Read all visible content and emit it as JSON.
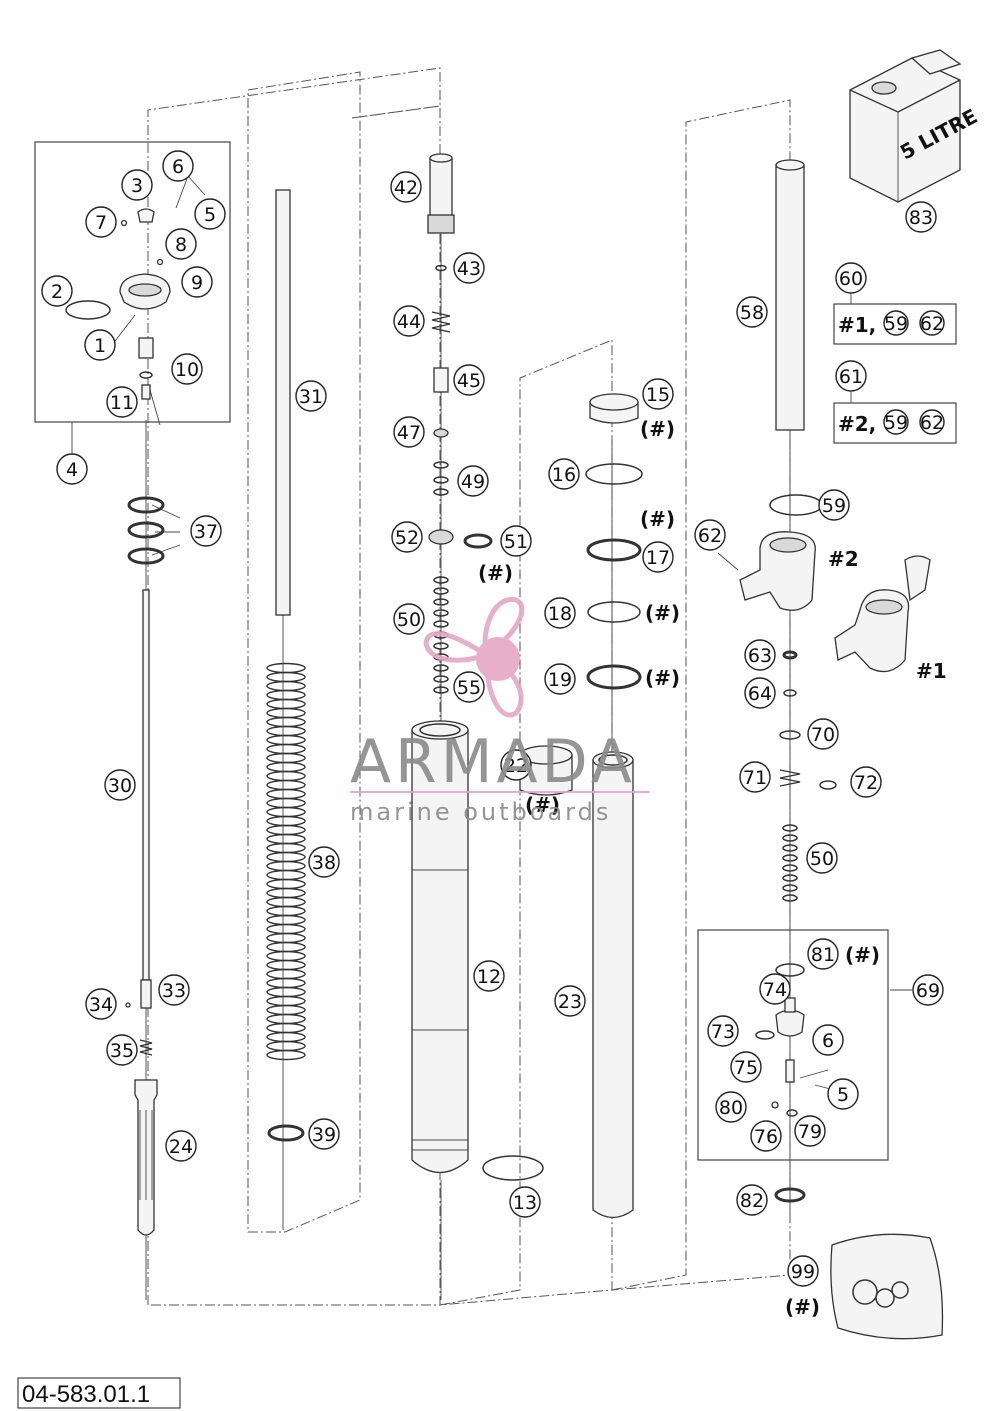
{
  "document_number": "04-583.01.1",
  "watermark": {
    "brand": "ARMADA",
    "tagline": "marine outboards",
    "accent_color": "#e6a7c6"
  },
  "oil_can_text": "5 LITRE",
  "callouts": [
    {
      "id": "c1",
      "label": "1"
    },
    {
      "id": "c2",
      "label": "2"
    },
    {
      "id": "c3",
      "label": "3"
    },
    {
      "id": "c4",
      "label": "4"
    },
    {
      "id": "c5a",
      "label": "5"
    },
    {
      "id": "c6a",
      "label": "6"
    },
    {
      "id": "c7",
      "label": "7"
    },
    {
      "id": "c8",
      "label": "8"
    },
    {
      "id": "c9",
      "label": "9"
    },
    {
      "id": "c10",
      "label": "10"
    },
    {
      "id": "c11",
      "label": "11"
    },
    {
      "id": "c12",
      "label": "12"
    },
    {
      "id": "c13",
      "label": "13"
    },
    {
      "id": "c15",
      "label": "15"
    },
    {
      "id": "c16",
      "label": "16"
    },
    {
      "id": "c17",
      "label": "17"
    },
    {
      "id": "c18",
      "label": "18"
    },
    {
      "id": "c19",
      "label": "19"
    },
    {
      "id": "c22",
      "label": "22"
    },
    {
      "id": "c23",
      "label": "23"
    },
    {
      "id": "c24",
      "label": "24"
    },
    {
      "id": "c30",
      "label": "30"
    },
    {
      "id": "c31",
      "label": "31"
    },
    {
      "id": "c33",
      "label": "33"
    },
    {
      "id": "c34",
      "label": "34"
    },
    {
      "id": "c35",
      "label": "35"
    },
    {
      "id": "c37",
      "label": "37"
    },
    {
      "id": "c38",
      "label": "38"
    },
    {
      "id": "c39",
      "label": "39"
    },
    {
      "id": "c42",
      "label": "42"
    },
    {
      "id": "c43",
      "label": "43"
    },
    {
      "id": "c44",
      "label": "44"
    },
    {
      "id": "c45",
      "label": "45"
    },
    {
      "id": "c47",
      "label": "47"
    },
    {
      "id": "c49",
      "label": "49"
    },
    {
      "id": "c50a",
      "label": "50"
    },
    {
      "id": "c51",
      "label": "51"
    },
    {
      "id": "c52",
      "label": "52"
    },
    {
      "id": "c55",
      "label": "55"
    },
    {
      "id": "c58",
      "label": "58"
    },
    {
      "id": "c59",
      "label": "59"
    },
    {
      "id": "c60",
      "label": "60"
    },
    {
      "id": "c61",
      "label": "61"
    },
    {
      "id": "c62",
      "label": "62"
    },
    {
      "id": "c63",
      "label": "63"
    },
    {
      "id": "c64",
      "label": "64"
    },
    {
      "id": "c69",
      "label": "69"
    },
    {
      "id": "c70",
      "label": "70"
    },
    {
      "id": "c71",
      "label": "71"
    },
    {
      "id": "c72",
      "label": "72"
    },
    {
      "id": "c50b",
      "label": "50"
    },
    {
      "id": "c73",
      "label": "73"
    },
    {
      "id": "c74",
      "label": "74"
    },
    {
      "id": "c75",
      "label": "75"
    },
    {
      "id": "c6b",
      "label": "6"
    },
    {
      "id": "c5b",
      "label": "5"
    },
    {
      "id": "c76",
      "label": "76"
    },
    {
      "id": "c79",
      "label": "79"
    },
    {
      "id": "c80",
      "label": "80"
    },
    {
      "id": "c81",
      "label": "81"
    },
    {
      "id": "c82",
      "label": "82"
    },
    {
      "id": "c83",
      "label": "83"
    },
    {
      "id": "c99",
      "label": "99"
    },
    {
      "id": "b60a",
      "label": "59"
    },
    {
      "id": "b60b",
      "label": "62"
    },
    {
      "id": "b61a",
      "label": "59"
    },
    {
      "id": "b61b",
      "label": "62"
    }
  ],
  "kits": {
    "kit60_prefix": "#1,",
    "kit61_prefix": "#2,"
  },
  "clamp_labels": {
    "clamp2": "#2",
    "clamp1": "#1"
  },
  "hash_marks": {
    "h15": "(#)",
    "h51": "(#)",
    "h17": "(#)",
    "h18": "(#)",
    "h19": "(#)",
    "h22": "(#)",
    "h81": "(#)",
    "h99": "(#)"
  }
}
